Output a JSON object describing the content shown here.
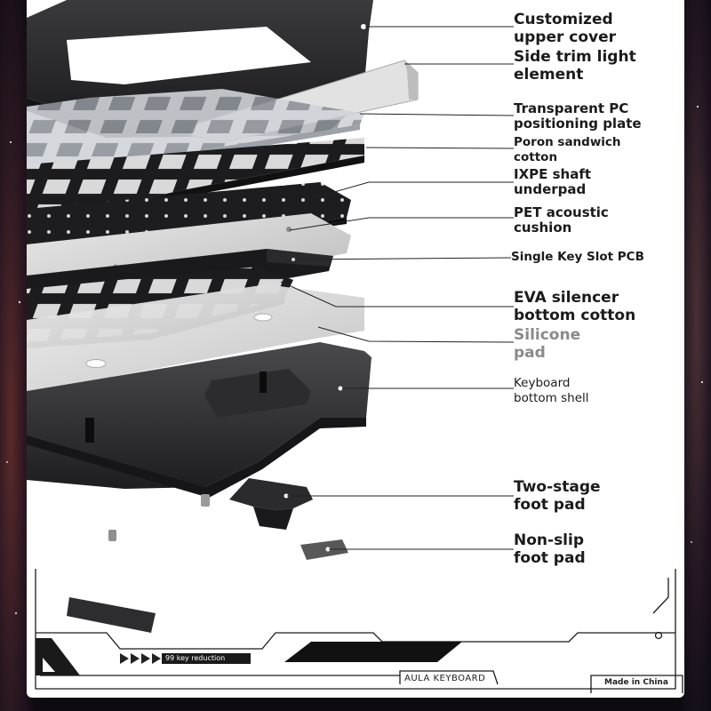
{
  "labels": {
    "upper_cover": [
      "Customized",
      "upper cover"
    ],
    "side_trim": [
      "Side trim light",
      "element"
    ],
    "pc_plate": [
      "Transparent PC",
      "positioning plate"
    ],
    "poron": [
      "Poron sandwich",
      "cotton"
    ],
    "ixpe": [
      "IXPE shaft",
      "underpad"
    ],
    "pet": [
      "PET acoustic",
      "cushion"
    ],
    "pcb": "Single Key Slot PCB",
    "eva": [
      "EVA silencer",
      "bottom cotton"
    ],
    "silicone": [
      "Silicone",
      "pad"
    ],
    "bottom_shell": [
      "Keyboard",
      "bottom shell"
    ],
    "two_stage": [
      "Two-stage",
      "foot pad"
    ],
    "non_slip": [
      "Non-slip",
      "foot pad"
    ]
  },
  "footer": {
    "reduction": "99 key reduction",
    "brand": "AULA  KEYBOARD",
    "origin": "Made in China"
  },
  "colors": {
    "label_text": "#1b1b1b",
    "leader_line": "#222222",
    "background": "#0d0a12"
  }
}
